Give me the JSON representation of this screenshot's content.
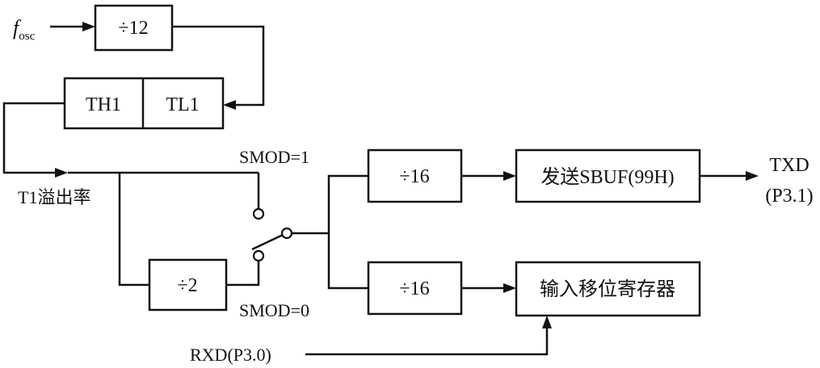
{
  "inputs": {
    "fosc_main": "f",
    "fosc_sub": "osc",
    "rxd": "RXD(P3.0)"
  },
  "blocks": {
    "div12": "÷12",
    "th1": "TH1",
    "tl1": "TL1",
    "div2": "÷2",
    "div16_top": "÷16",
    "div16_bottom": "÷16",
    "send_sbuf": "发送SBUF(99H)",
    "rx_shift_reg": "输入移位寄存器"
  },
  "labels": {
    "t1_overflow": "T1溢出率",
    "smod1": "SMOD=1",
    "smod0": "SMOD=0"
  },
  "outputs": {
    "txd": "TXD",
    "txd_pin": "(P3.1)"
  }
}
